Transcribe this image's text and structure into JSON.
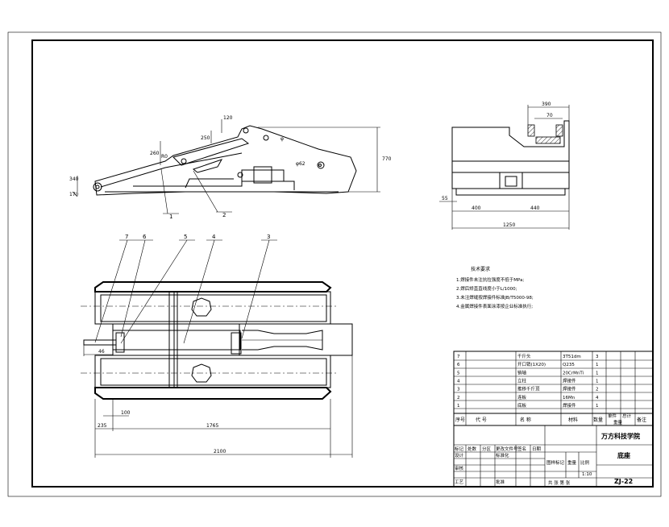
{
  "side_view": {
    "dims": {
      "d120": "120",
      "d250": "250",
      "d260": "260",
      "d340": "340",
      "d170": "170",
      "d770": "770",
      "r80": "R0",
      "phi1": "φ",
      "phi2": "φ62"
    },
    "balloons": {
      "b1": "1",
      "b2": "2"
    }
  },
  "end_view": {
    "dims": {
      "d380": "390",
      "d70": "70",
      "d55": "55",
      "d400": "400",
      "d440": "440",
      "d1250": "1250"
    }
  },
  "plan_view": {
    "dims": {
      "d46": "46",
      "d100": "100",
      "d235": "235",
      "d1765": "1765",
      "d2100": "2100"
    },
    "balloons": {
      "b7": "7",
      "b6": "6",
      "b5": "5",
      "b4": "4",
      "b3": "3"
    }
  },
  "tech_notes": {
    "title": "技术要求",
    "lines": [
      "1.焊接件未注抗拉强度不低于MPa;",
      "2.焊后矫直直线度小于L/1000;",
      "3.未注焊缝按焊接件标准JB/T5000-98;",
      "4.金属焊接件表面涂漆按企业标准执行;"
    ]
  },
  "bom": {
    "rows": [
      {
        "no": "7",
        "name": "千斤头",
        "qty_code": "3T51dm",
        "qty": "3",
        "note": ""
      },
      {
        "no": "6",
        "name": "开口销(1X20)",
        "qty_code": "Q235",
        "qty": "1",
        "note": ""
      },
      {
        "no": "5",
        "name": "销轴",
        "qty_code": "20CrMnTi",
        "qty": "1",
        "note": ""
      },
      {
        "no": "4",
        "name": "立柱",
        "qty_code": "焊接件",
        "qty": "1",
        "note": ""
      },
      {
        "no": "3",
        "name": "推移千斤顶",
        "qty_code": "焊接件",
        "qty": "2",
        "note": ""
      },
      {
        "no": "2",
        "name": "连板",
        "qty_code": "16Mn",
        "qty": "4",
        "note": ""
      },
      {
        "no": "1",
        "name": "底板",
        "qty_code": "焊接件",
        "qty": "1",
        "note": ""
      }
    ],
    "header": {
      "no": "序号",
      "code": "代  号",
      "name": "名  称",
      "material": "材料",
      "qty": "数量",
      "single": "单件",
      "total": "总计",
      "weight": "重量",
      "remark": "备注"
    }
  },
  "title_block": {
    "org": "万方科技学院",
    "part_name": "底座",
    "drawing_no": "ZJ-22",
    "scale": "1:10",
    "labels": {
      "mark": "标记",
      "count": "处数",
      "zone": "分区",
      "change_no": "更改文件号",
      "sign": "签名",
      "date": "日期",
      "design": "设计",
      "standardize": "标准化",
      "check": "审核",
      "process": "工艺",
      "approve": "批准",
      "stage": "图样标记",
      "weight": "重量",
      "scale": "比例",
      "sheets": "共 张  第 张"
    }
  }
}
